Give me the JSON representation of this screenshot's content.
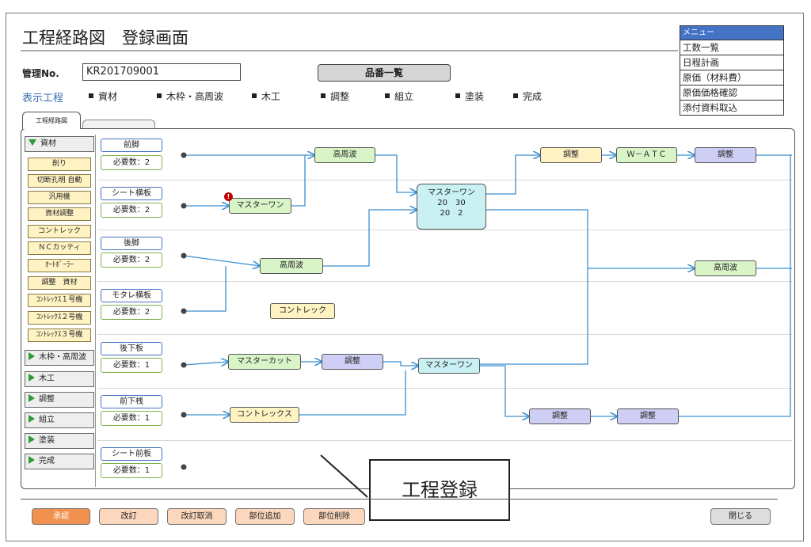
{
  "title": "工程経路図　登録画面",
  "management": {
    "label": "管理No.",
    "value": "KR201709001"
  },
  "part_list_button": "品番一覧",
  "display_process": {
    "label": "表示工程",
    "items": [
      "資材",
      "木枠・高周波",
      "木工",
      "調整",
      "組立",
      "塗装",
      "完成"
    ]
  },
  "menu": {
    "header": "メニュー",
    "items": [
      "工数一覧",
      "日程計画",
      "原価（材料費）",
      "原価価格確認",
      "添付資料取込"
    ]
  },
  "tab_label": "工程経路図",
  "sidebar": {
    "expanded": {
      "label": "資材",
      "items": [
        "削り",
        "切断孔明 自動",
        "汎用機",
        "資材調整",
        "コントレック",
        "ＮＣカッティ",
        "ｵｰﾄﾎﾞｰﾗｰ",
        "調整　資材",
        "ｺﾝﾄﾚｯｸｽ１号機",
        "ｺﾝﾄﾚｯｸｽ２号機",
        "ｺﾝﾄﾚｯｸｽ３号機"
      ]
    },
    "collapsed": [
      "木枠・高周波",
      "木工",
      "調整",
      "組立",
      "塗装",
      "完成"
    ]
  },
  "parts": [
    {
      "name": "前脚",
      "qty": "必要数：2"
    },
    {
      "name": "シート横板",
      "qty": "必要数：2"
    },
    {
      "name": "後脚",
      "qty": "必要数：2"
    },
    {
      "name": "モタレ横板",
      "qty": "必要数：2"
    },
    {
      "name": "後下板",
      "qty": "必要数：1"
    },
    {
      "name": "前下桟",
      "qty": "必要数：1"
    },
    {
      "name": "シート前板",
      "qty": "必要数：1"
    }
  ],
  "nodes": {
    "kosyuha1": "高周波",
    "master1": "マスターワン",
    "kosyuha2": "高周波",
    "contorec_float": "コントレック",
    "mastercut": "マスターカット",
    "chosei_row5": "調整",
    "master_row5": "マスターワン",
    "contorecs": "コントレックス",
    "center_title": "マスターワン",
    "center_l1": "20　30",
    "center_l2": "20　2",
    "chosei_top1": "調整",
    "watc": "Ｗ－ＡＴＣ",
    "chosei_top2": "調整",
    "kosyuha_right": "高周波",
    "chosei_bot1": "調整",
    "chosei_bot2": "調整"
  },
  "callout": "工程登録",
  "buttons": {
    "approve": "承認",
    "revise": "改訂",
    "revise_cancel": "改訂取消",
    "add_part": "部位追加",
    "delete_part": "部位削除",
    "close": "閉じる"
  },
  "colors": {
    "accent_blue": "#4472c4",
    "wire_blue": "#3b8fd0",
    "approve_orange": "#f0914f",
    "button_peach": "#fbd7bd",
    "node_green": "#d9f5c8",
    "node_yellow": "#fff3c4",
    "node_purple": "#cfcff5",
    "node_cyan": "#c9f1f4",
    "sidebar_triangle": "#2e9a3a",
    "warning_red": "#c00000"
  }
}
